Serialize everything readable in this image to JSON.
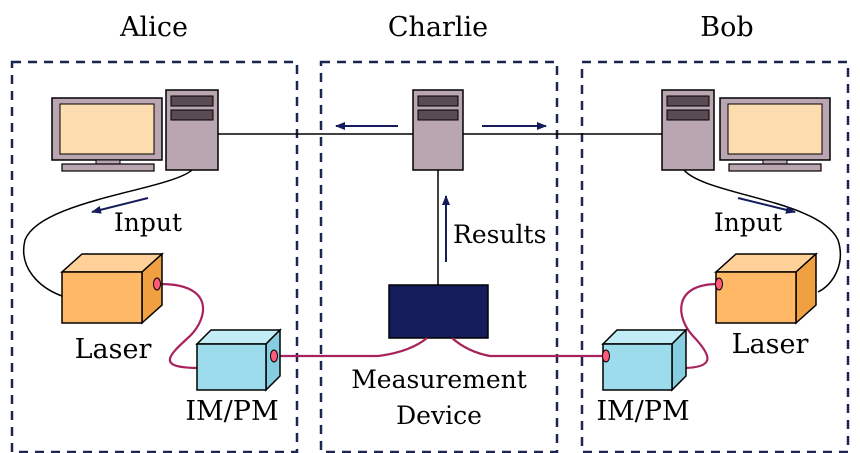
{
  "parties": {
    "alice": "Alice",
    "charlie": "Charlie",
    "bob": "Bob"
  },
  "labels": {
    "alice_input": "Input",
    "bob_input": "Input",
    "results": "Results",
    "alice_laser": "Laser",
    "bob_laser": "Laser",
    "alice_modulator": "IM/PM",
    "bob_modulator": "IM/PM",
    "measurement_line1": "Measurement",
    "measurement_line2": "Device"
  },
  "colors": {
    "region_border": "#1c2550",
    "computer_case": "#b9a6b0",
    "computer_drive": "#5a4a52",
    "screen_bezel": "#b9a6b0",
    "screen": "#fddcb0",
    "laser_front": "#ffb866",
    "laser_top": "#ffd199",
    "laser_side": "#f0a040",
    "modulator_front": "#9ddcec",
    "modulator_top": "#c2ecf6",
    "modulator_side": "#86cde0",
    "fiber": "#a8235e",
    "port": "#ff5a7a",
    "measurement_device": "#141c5c",
    "arrow": "#141c5c"
  },
  "icons": {
    "computer": "desktop-computer-icon",
    "server": "server-tower-icon",
    "laser": "laser-box-icon",
    "modulator": "modulator-box-icon",
    "detector": "measurement-device-icon"
  }
}
